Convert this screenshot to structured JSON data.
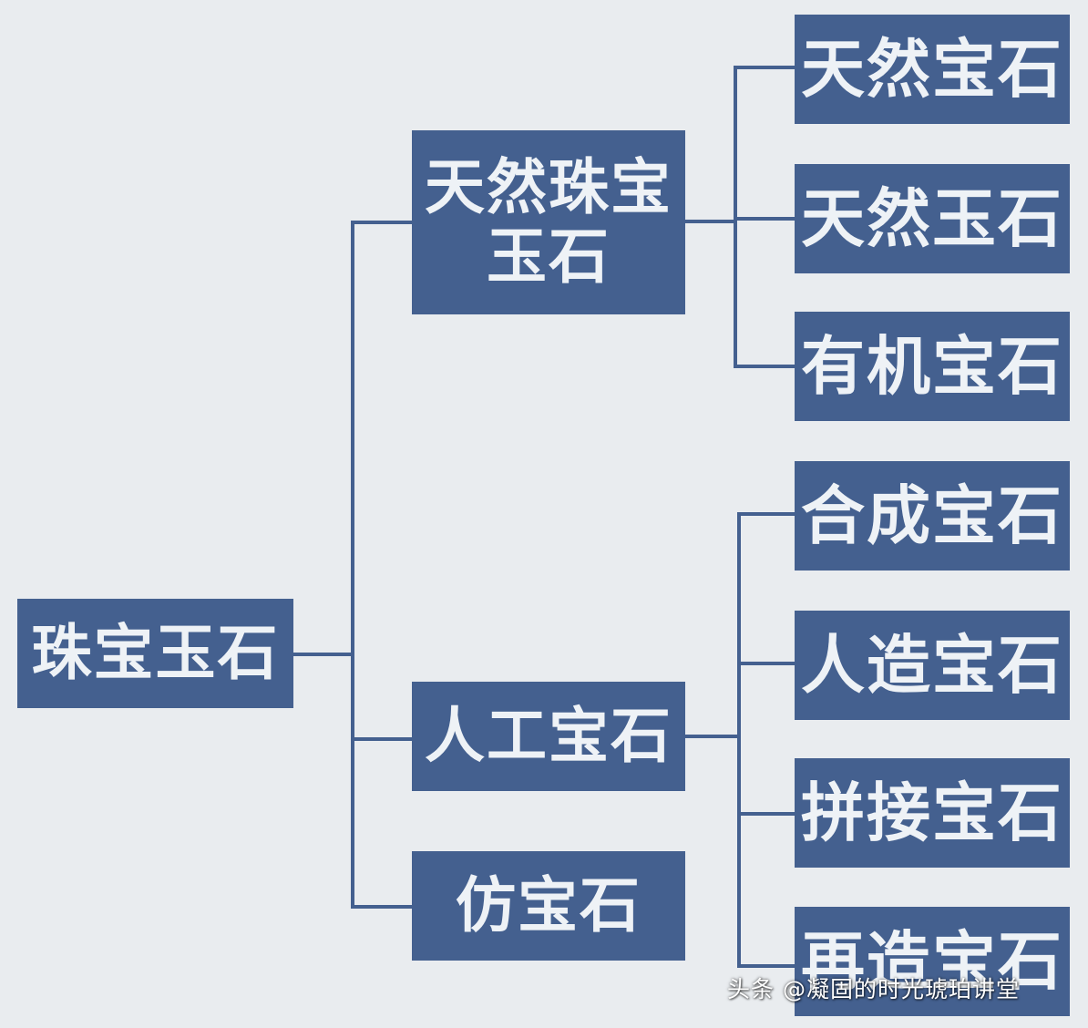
{
  "colors": {
    "background": "#e9ecef",
    "box": "#44608f",
    "line": "#44608f",
    "text": "#eef2f6"
  },
  "root": {
    "label": "珠宝玉石"
  },
  "level1": [
    {
      "label": "天然珠宝\n玉石"
    },
    {
      "label": "人工宝石"
    },
    {
      "label": "仿宝石"
    }
  ],
  "natural_children": [
    {
      "label": "天然宝石"
    },
    {
      "label": "天然玉石"
    },
    {
      "label": "有机宝石"
    }
  ],
  "artificial_children": [
    {
      "label": "合成宝石"
    },
    {
      "label": "人造宝石"
    },
    {
      "label": "拼接宝石"
    },
    {
      "label": "再造宝石"
    }
  ],
  "watermark": "头条 @凝固的时光琥珀讲堂"
}
